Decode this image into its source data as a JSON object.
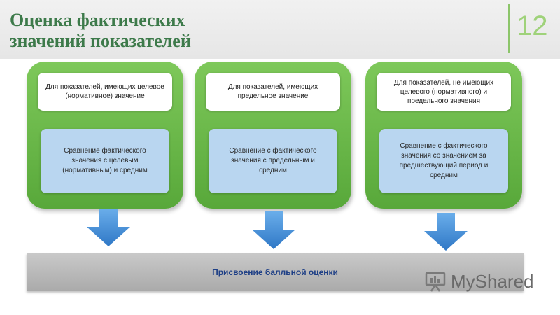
{
  "header": {
    "title_line1": "Оценка фактических",
    "title_line2": "значений показателей",
    "slide_number": "12"
  },
  "cards": [
    {
      "head": "Для показателей, имеющих целевое (нормативное) значение",
      "body": "Сравнение фактического значения с целевым (нормативным) и средним"
    },
    {
      "head": "Для показателей, имеющих предельное значение",
      "body": "Сравнение с фактического значения с предельным и средним"
    },
    {
      "head": "Для показателей, не имеющих целевого (нормативного) и предельного значения",
      "body": "Сравнение с фактического значения со значением за предшествующий период и средним"
    }
  ],
  "result_bar": {
    "label": "Присвоение балльной оценки"
  },
  "watermark": {
    "text": "MyShared"
  },
  "colors": {
    "title": "#3d7a4a",
    "card_green": "#6bb84a",
    "body_blue": "#b9d6f0",
    "arrow_blue": "#4a90d9",
    "bar_grey": "#b8b8b8",
    "bar_text": "#1e3f86"
  }
}
